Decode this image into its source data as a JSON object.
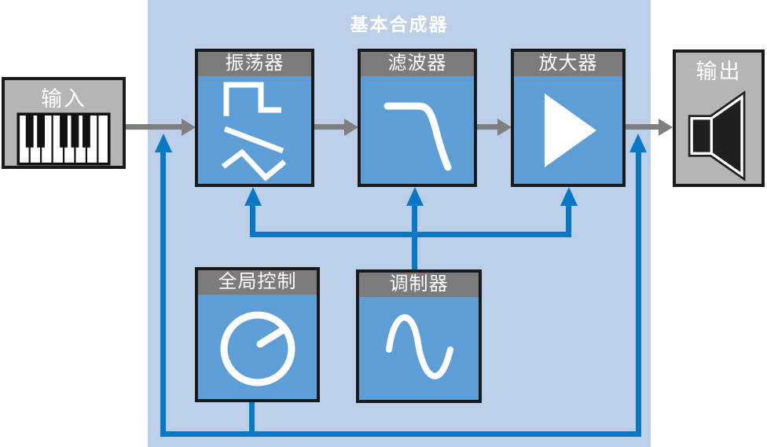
{
  "diagram": {
    "title": "基本合成器",
    "nodes": {
      "input": {
        "label": "输入",
        "icon": "piano-keyboard-icon"
      },
      "oscillator": {
        "label": "振荡器",
        "icon": "waveforms-icon"
      },
      "filter": {
        "label": "滤波器",
        "icon": "lowpass-curve-icon"
      },
      "amplifier": {
        "label": "放大器",
        "icon": "amplifier-triangle-icon"
      },
      "output": {
        "label": "输出",
        "icon": "speaker-icon"
      },
      "global_controls": {
        "label": "全局控制",
        "icon": "knob-icon"
      },
      "modulator": {
        "label": "调制器",
        "icon": "sine-wave-icon"
      }
    },
    "connections": [
      {
        "from": "input",
        "to": "oscillator",
        "kind": "signal"
      },
      {
        "from": "oscillator",
        "to": "filter",
        "kind": "signal"
      },
      {
        "from": "filter",
        "to": "amplifier",
        "kind": "signal"
      },
      {
        "from": "amplifier",
        "to": "output",
        "kind": "signal"
      },
      {
        "from": "modulator",
        "to": "filter",
        "kind": "modulation"
      },
      {
        "from": "modulator",
        "to": "oscillator",
        "kind": "modulation"
      },
      {
        "from": "modulator",
        "to": "amplifier",
        "kind": "modulation"
      },
      {
        "from": "global_controls",
        "to": "oscillator-input",
        "kind": "control"
      },
      {
        "from": "global_controls",
        "to": "amplifier-output",
        "kind": "control"
      }
    ],
    "colors": {
      "container_bg": "#BCCFE9",
      "node_body": "#5E9ED6",
      "node_header": "#7B7B7B",
      "io_node_bg": "#B5B5B5",
      "border": "#1A1A1A",
      "signal_arrow": "#7F7F7F",
      "control_line": "#0878C4",
      "text": "#FFFFFF"
    }
  }
}
